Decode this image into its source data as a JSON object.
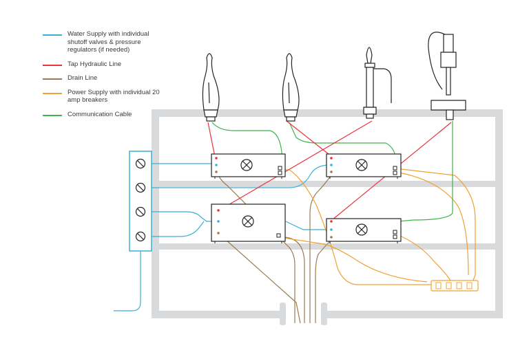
{
  "legend": [
    {
      "label": "Water Supply with individual shutoff valves & pressure regulators (if needed)",
      "color": "#3aaed8"
    },
    {
      "label": "Tap Hydraulic Line",
      "color": "#e8323c"
    },
    {
      "label": "Drain Line",
      "color": "#9c7a52"
    },
    {
      "label": "Power Supply with individual 20 amp breakers",
      "color": "#f0a030"
    },
    {
      "label": "Communication Cable",
      "color": "#3cb44b"
    }
  ],
  "colors": {
    "frame": "#d9dadb",
    "outline": "#222222"
  },
  "icons": {
    "valve": "valve-icon",
    "fan": "fan-grille-icon",
    "outlet": "power-strip-icon"
  }
}
